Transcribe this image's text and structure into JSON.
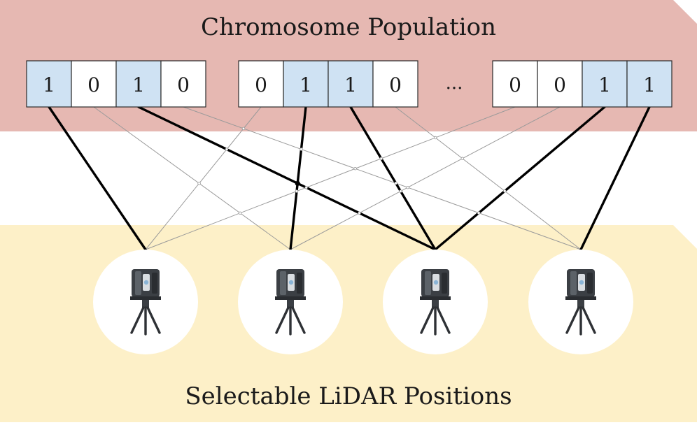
{
  "population": {
    "title": "Chromosome Population",
    "band_color": "#e6b8b2"
  },
  "positions": {
    "title": "Selectable LiDAR Positions",
    "band_color": "#fdf0c8"
  },
  "gene_colors": {
    "one": "#cfe2f3",
    "zero": "#ffffff",
    "border": "#2b2b2b"
  },
  "chromosomes": [
    {
      "genes": [
        "1",
        "0",
        "1",
        "0"
      ]
    },
    {
      "genes": [
        "0",
        "1",
        "1",
        "0"
      ]
    },
    {
      "genes": [
        "0",
        "0",
        "1",
        "1"
      ]
    }
  ],
  "ellipsis": "...",
  "scanners": [
    {
      "icon": "lidar-scanner-icon"
    },
    {
      "icon": "lidar-scanner-icon"
    },
    {
      "icon": "lidar-scanner-icon"
    },
    {
      "icon": "lidar-scanner-icon"
    }
  ],
  "link_colors": {
    "active": "#000000",
    "inactive": "#9a9a9a"
  }
}
